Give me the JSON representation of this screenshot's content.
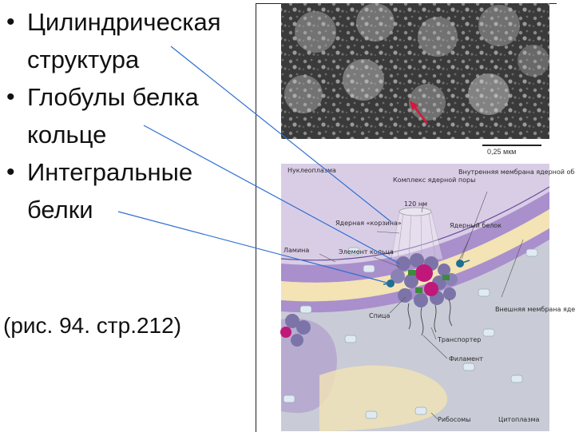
{
  "slide": {
    "bullets": [
      "Цилиндрическая структура",
      "Глобулы белка кольце",
      "Интегральные белки"
    ],
    "caption": "(рис. 94. стр.212)"
  },
  "figure": {
    "scale_label": "0,25 мкм",
    "labels": {
      "nucleoplasm": "Нуклеоплазма",
      "complex": "Комплекс ядерной поры",
      "size": "120 нм",
      "inner_membrane": "Внутренняя мембрана ядерной оболочки",
      "basket": "Ядерная «корзина»",
      "nuclear_protein": "Ядерный белок",
      "lamina": "Ламина",
      "ring_element": "Элемент кольца",
      "spoke": "Спица",
      "outer_membrane": "Внешняя мембрана ядерной оболочки",
      "transporter": "Транспортер",
      "filament": "Филамент",
      "ribosomes": "Рибосомы",
      "cytoplasm": "Цитоплазма"
    }
  },
  "colors": {
    "pointer_line": "#2f6fd0",
    "nucleoplasm_bg": "#d9cde6",
    "membrane_purple": "#a98fcc",
    "membrane_yellow": "#f3e3b5",
    "cytoplasm_bg": "#c9ccd6",
    "protein_globule": "#7c74a8",
    "magenta": "#c0187a",
    "green": "#3c8a3c",
    "teal": "#1f6f8f"
  }
}
